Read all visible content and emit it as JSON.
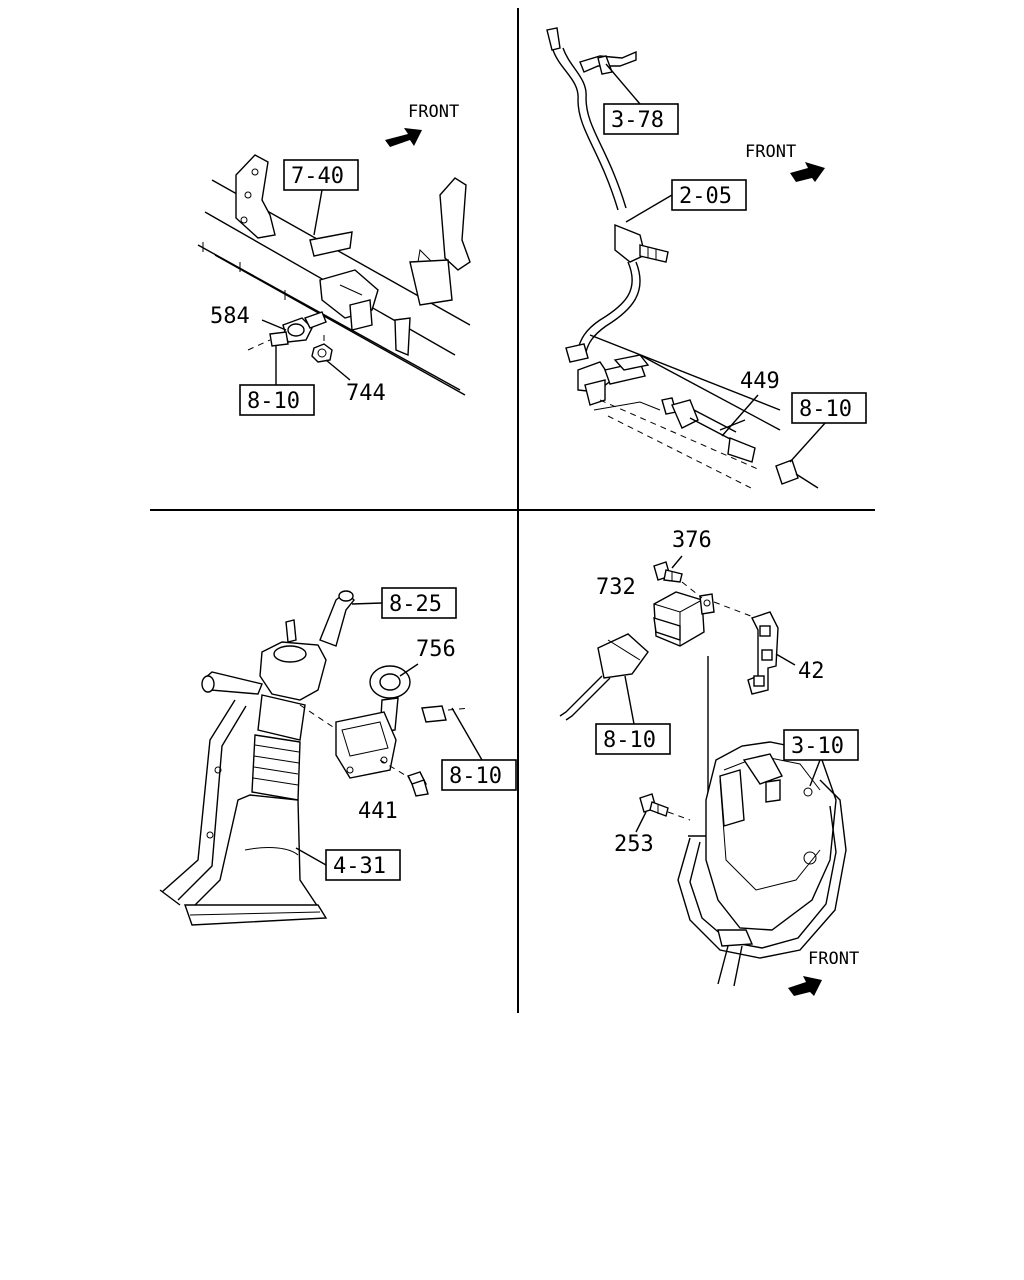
{
  "panels": {
    "top_left": {
      "front_label": "FRONT",
      "refs": [
        "7-40",
        "8-10"
      ],
      "parts": [
        "584",
        "744"
      ]
    },
    "top_right": {
      "front_label": "FRONT",
      "refs": [
        "3-78",
        "2-05",
        "8-10"
      ],
      "parts": [
        "449"
      ]
    },
    "bottom_left": {
      "refs": [
        "8-25",
        "8-10",
        "4-31"
      ],
      "parts": [
        "756",
        "441"
      ]
    },
    "bottom_right": {
      "front_label": "FRONT",
      "refs": [
        "8-10",
        "3-10"
      ],
      "parts": [
        "376",
        "732",
        "42",
        "253"
      ]
    }
  }
}
